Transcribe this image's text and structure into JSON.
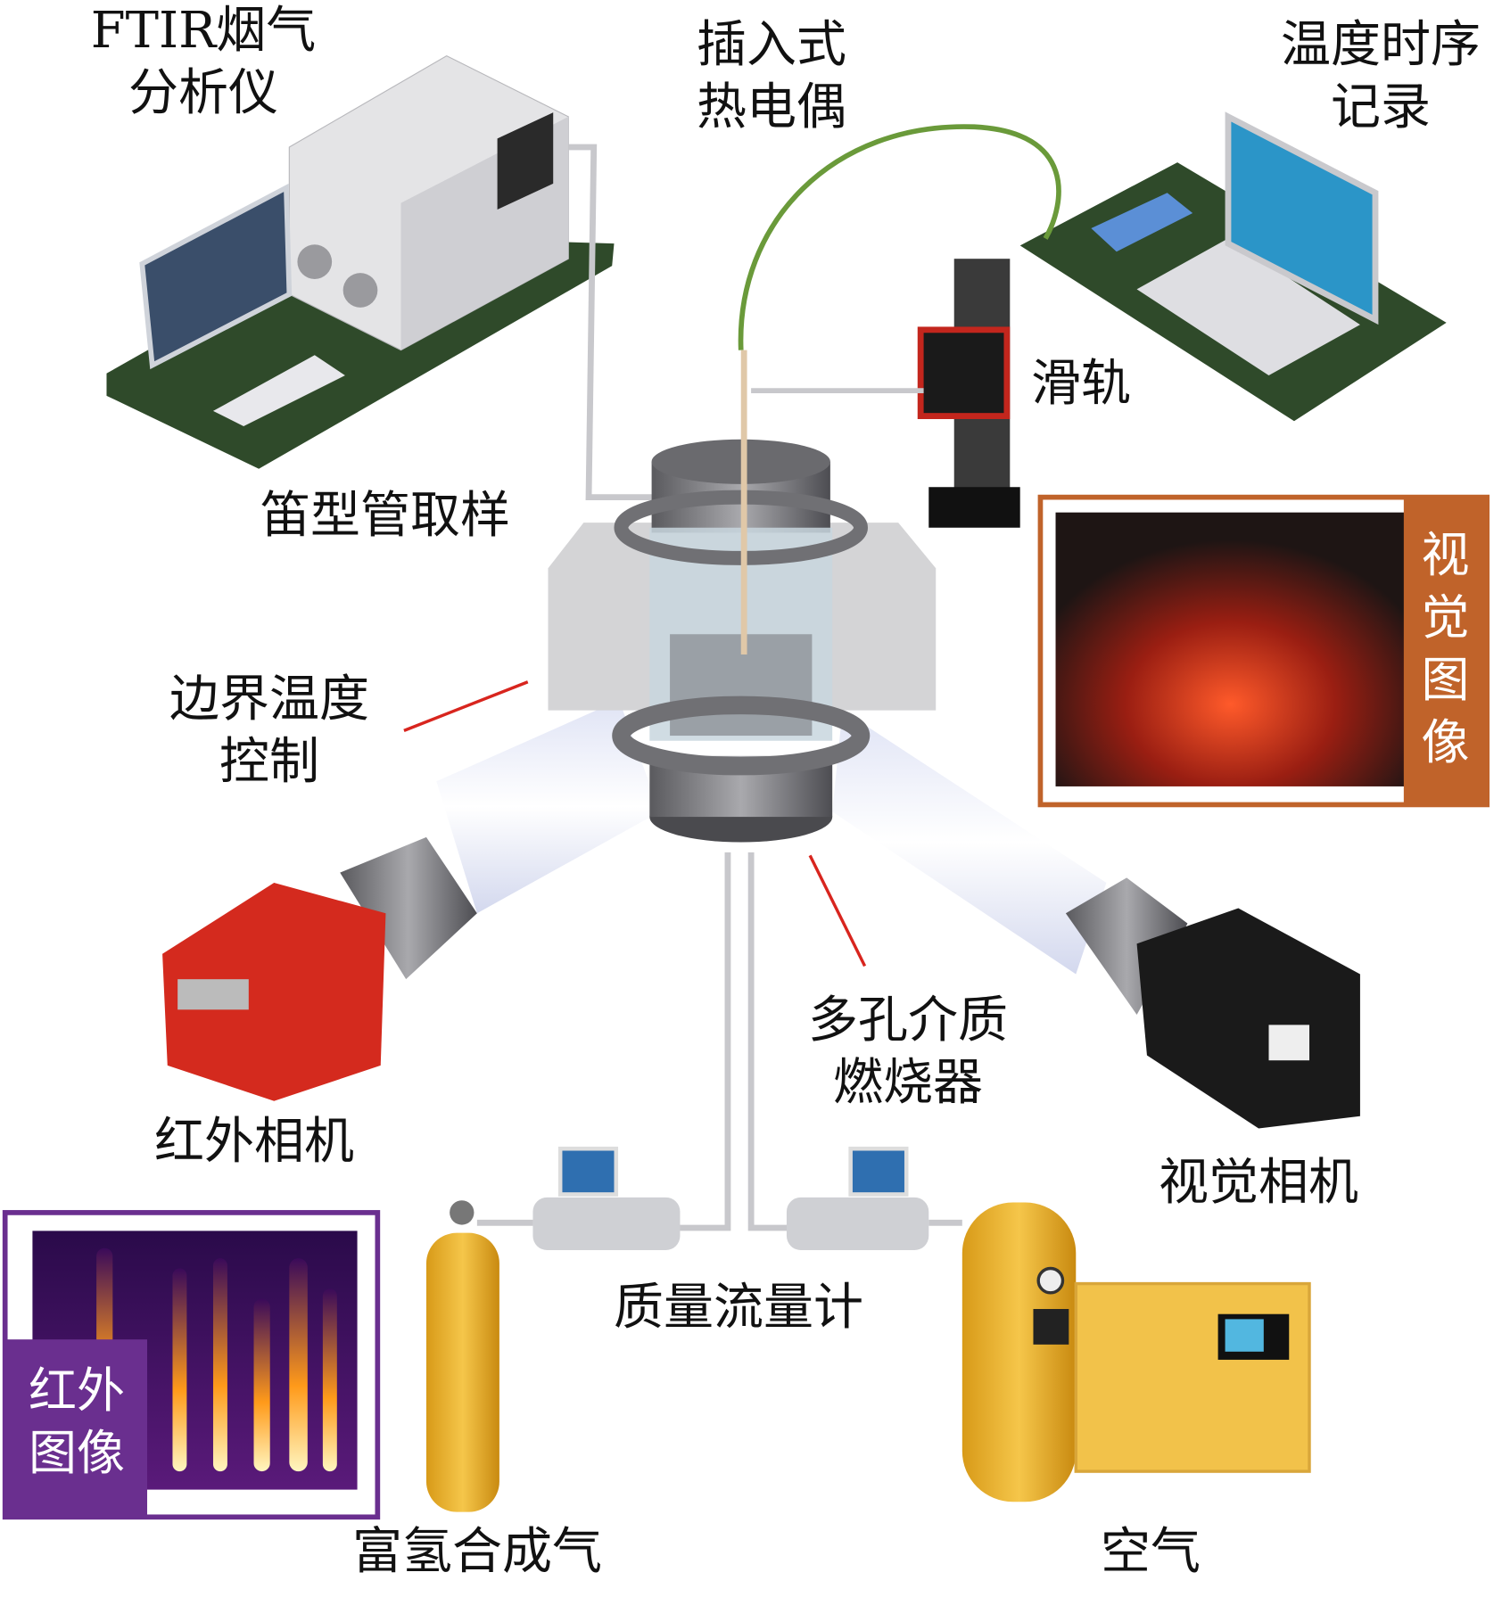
{
  "labels": {
    "ftir_line1": "FTIR烟气",
    "ftir_line2": "分析仪",
    "thermocouple_line1": "插入式",
    "thermocouple_line2": "热电偶",
    "recorder_line1": "温度时序",
    "recorder_line2": "记录",
    "slide_rail": "滑轨",
    "flute_sampling": "笛型管取样",
    "boundary_line1": "边界温度",
    "boundary_line2": "控制",
    "visual_image": "视觉图像",
    "burner_line1": "多孔介质",
    "burner_line2": "燃烧器",
    "ir_camera": "红外相机",
    "visual_camera": "视觉相机",
    "mass_flow_meter": "质量流量计",
    "ir_image_line1": "红外",
    "ir_image_line2": "图像",
    "syngas": "富氢合成气",
    "air": "空气"
  },
  "colors": {
    "desk": "#2f4a2a",
    "ir_camera": "#d42a1e",
    "visual_panel_border": "#c0632a",
    "ir_panel_border": "#6a2f8f",
    "cylinder": "#f0b428",
    "leader_line": "#d8251e",
    "thermocouple_wire": "#6a9a3a"
  }
}
